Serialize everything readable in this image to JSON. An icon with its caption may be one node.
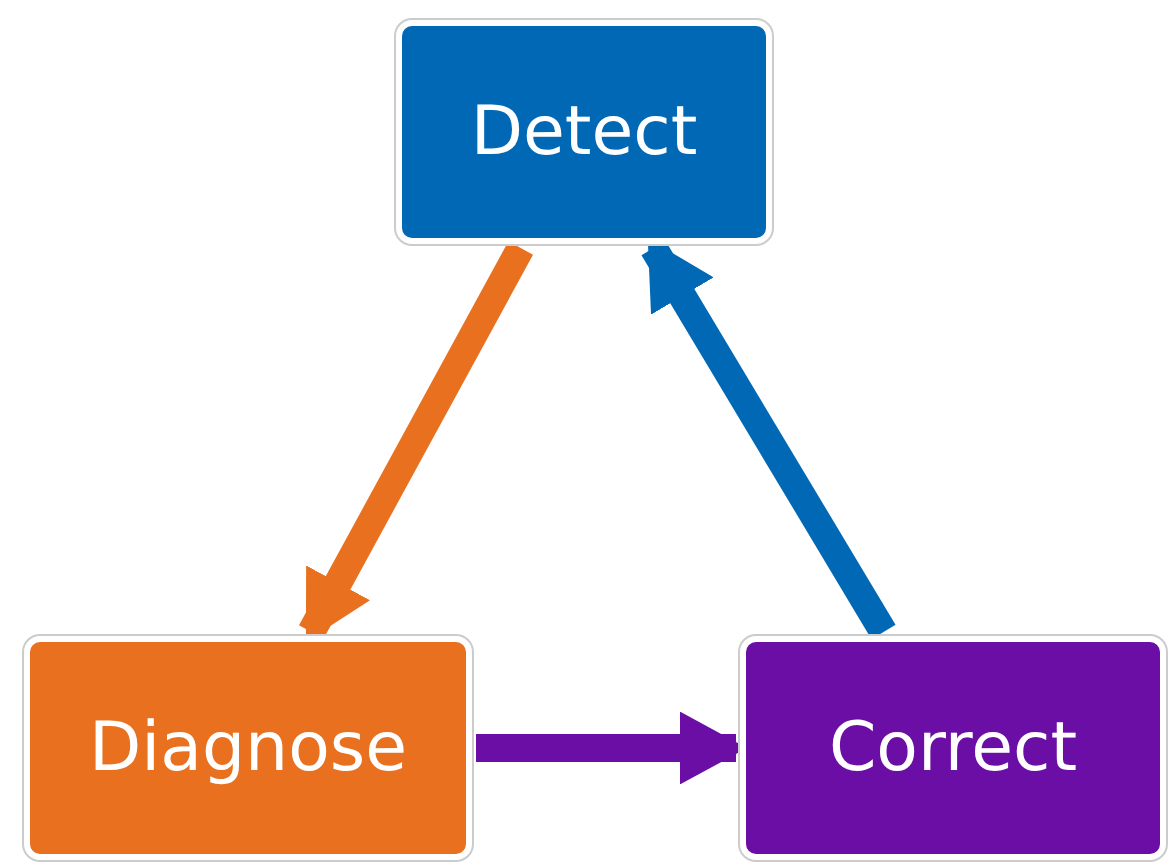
{
  "diagram": {
    "nodes": [
      {
        "text": [
          "Detect"
        ]
      },
      {
        "text": [
          "Diagnose"
        ]
      },
      {
        "text": [
          "Correct"
        ]
      }
    ],
    "edges": [
      {
        "from": 0,
        "to": 1,
        "arrow": "to",
        "color": "#e8701e"
      },
      {
        "from": 2,
        "to": 0,
        "arrow": "to",
        "color": "#0068b5"
      },
      {
        "from": 1,
        "to": 2,
        "arrow": "to",
        "color": "#6a0ea6"
      }
    ]
  }
}
